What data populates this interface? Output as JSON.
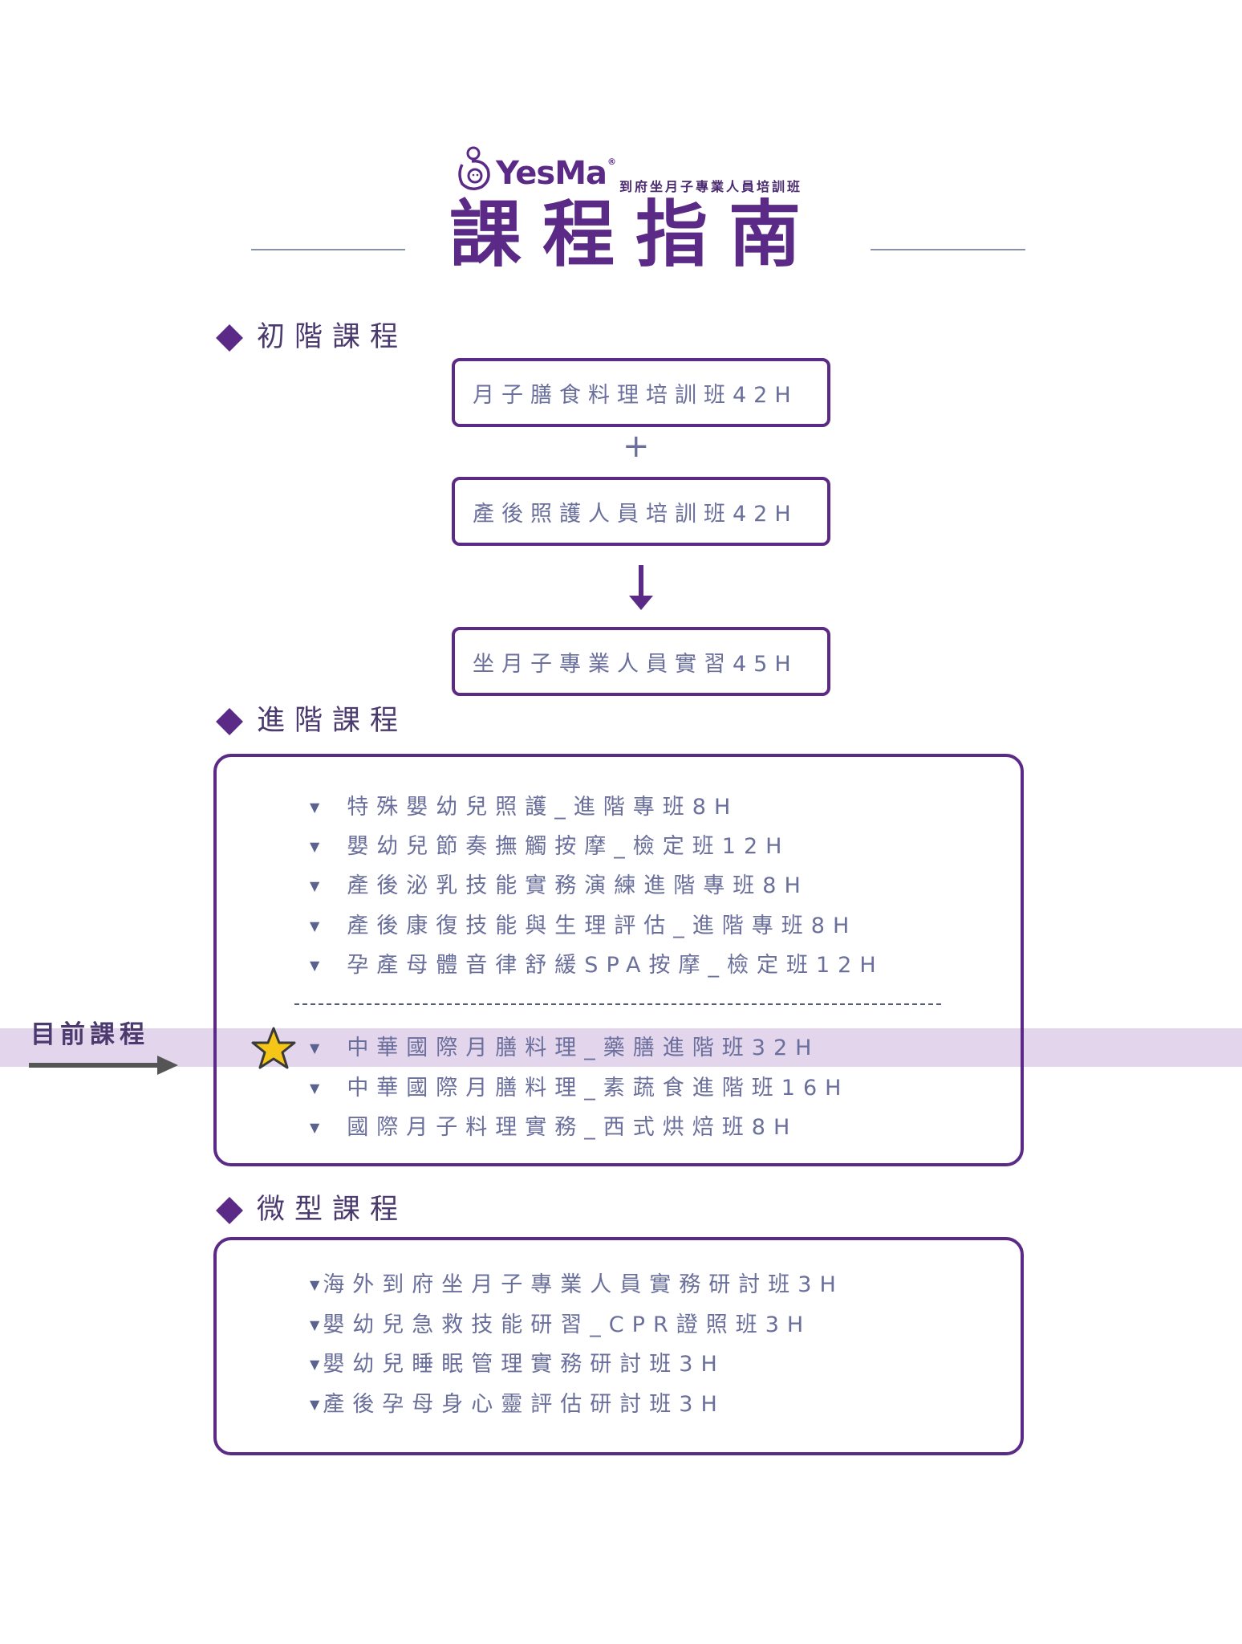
{
  "header": {
    "brand": "YesMa",
    "brand_mark": "®",
    "subtitle": "到府坐月子專業人員培訓班",
    "title": "課程指南"
  },
  "basic": {
    "title": "初階課程",
    "courses": [
      "月子膳食料理培訓班42H",
      "產後照護人員培訓班42H",
      "坐月子專業人員實習45H"
    ],
    "plus": "+"
  },
  "advanced": {
    "title": "進階課程",
    "group1": [
      "特殊嬰幼兒照護_進階專班8H",
      "嬰幼兒節奏撫觸按摩_檢定班12H",
      "產後泌乳技能實務演練進階專班8H",
      "產後康復技能與生理評估_進階專班8H",
      "孕產母體音律舒緩SPA按摩_檢定班12H"
    ],
    "group2": [
      "中華國際月膳料理_藥膳進階班32H",
      "中華國際月膳料理_素蔬食進階班16H",
      "國際月子料理實務_西式烘焙班8H"
    ],
    "current_label": "目前課程"
  },
  "micro": {
    "title": "微型課程",
    "courses": [
      "海外到府坐月子專業人員實務研討班3H",
      "嬰幼兒急救技能研習_CPR證照班3H",
      "嬰幼兒睡眠管理實務研討班3H",
      "產後孕母身心靈評估研討班3H"
    ]
  },
  "icons": {
    "logo": "mother-baby-icon",
    "bullet": "triangle-down-icon",
    "star": "star-icon",
    "arrow": "arrow-right-icon"
  },
  "colors": {
    "brand_purple": "#5a2a86",
    "text_slate": "#6a6f9c",
    "highlight": "#e3d5ec",
    "star_fill": "#f5c518"
  }
}
